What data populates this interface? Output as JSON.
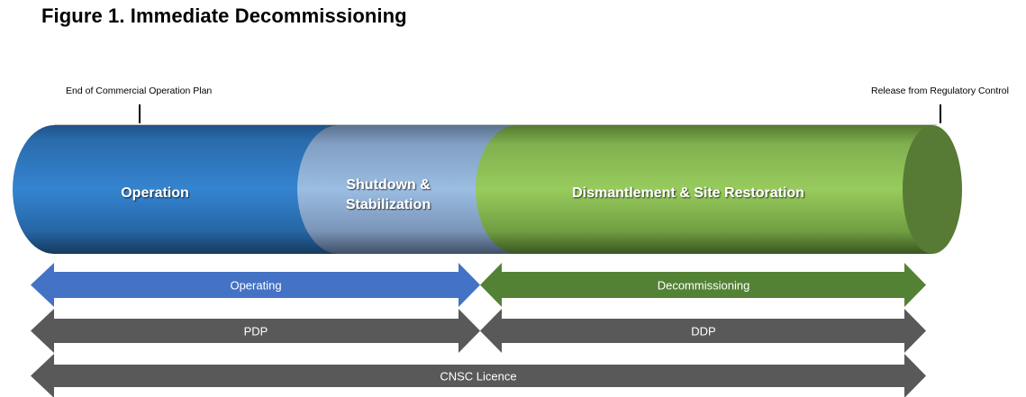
{
  "title": "Figure 1. Immediate Decommissioning",
  "milestones": [
    {
      "label": "End of Commercial  Operation Plan"
    },
    {
      "label": "Release from Regulatory Control"
    }
  ],
  "phases": [
    {
      "lines": [
        "Operation"
      ],
      "color": "#2f7cc4"
    },
    {
      "lines": [
        "Shutdown &",
        "Stabilization"
      ],
      "color": "#92b4dc"
    },
    {
      "lines": [
        "Dismantlement & Site Restoration"
      ],
      "color": "#8dc45a"
    }
  ],
  "arrows": {
    "row1": [
      {
        "label": "Operating",
        "color": "#4472c4"
      },
      {
        "label": "Decommissioning",
        "color": "#548235"
      }
    ],
    "row2": [
      {
        "label": "PDP",
        "color": "#595959"
      },
      {
        "label": "DDP",
        "color": "#595959"
      }
    ],
    "row3": [
      {
        "label": "CNSC Licence",
        "color": "#595959"
      }
    ]
  }
}
